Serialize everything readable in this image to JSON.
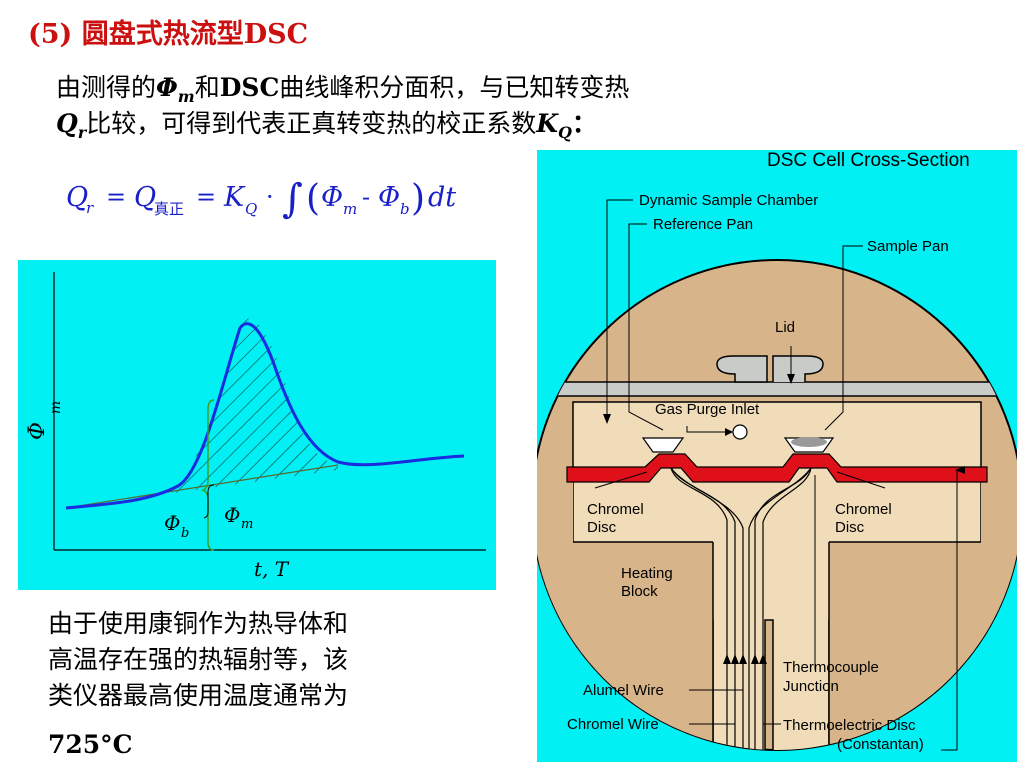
{
  "heading": "(5) 圆盘式热流型DSC",
  "para": {
    "line1_a": "由测得的",
    "line1_phi": "Φ",
    "line1_phi_sub": "m",
    "line1_b": "和",
    "line1_dsc": "DSC",
    "line1_c": "曲线峰积分面积，与已知转变热",
    "line2_q": "Q",
    "line2_q_sub": "r",
    "line2_a": "比较，可得到代表正真转变热的校正系数",
    "line2_k": "K",
    "line2_k_sub": "Q",
    "line2_colon": "："
  },
  "formula": {
    "q": "Q",
    "r": "r",
    "eq1": "=",
    "q2": "Q",
    "real": "真正",
    "eq2": "=",
    "k": "K",
    "kq": "Q",
    "dot": "·",
    "integral": "∫",
    "lparen": "(",
    "phi_m": "Φ",
    "m": "m",
    "minus": "-",
    "phi_b": "Φ",
    "b": "b",
    "rparen": ")",
    "dt": "dt"
  },
  "graph": {
    "y_label": "Φ",
    "y_label_sub": "m",
    "x_label": "t, T",
    "phi_b": "Φ",
    "phi_b_sub": "b",
    "phi_m": "Φ",
    "phi_m_sub": "m"
  },
  "cell": {
    "title": "DSC Cell Cross-Section",
    "labels": {
      "dynamic_chamber": "Dynamic Sample Chamber",
      "reference_pan": "Reference Pan",
      "sample_pan": "Sample Pan",
      "lid": "Lid",
      "gas_purge": "Gas Purge  Inlet",
      "chromel_disc_left_1": "Chromel",
      "chromel_disc_left_2": "Disc",
      "chromel_disc_right_1": "Chromel",
      "chromel_disc_right_2": "Disc",
      "heating_block_1": "Heating",
      "heating_block_2": "Block",
      "thermocouple_1": "Thermocouple",
      "thermocouple_2": "Junction",
      "alumel_wire": "Alumel Wire",
      "chromel_wire": "Chromel Wire",
      "thermoelectric_disc": "Thermoelectric Disc",
      "constantan": "(Constantan)"
    }
  },
  "bottom": {
    "line1": "由于使用康铜作为热导体和",
    "line2": "高温存在强的热辐射等，该",
    "line3": "类仪器最高使用温度通常为",
    "temp": "725°C"
  },
  "colors": {
    "heading": "#cc1010",
    "panel_bg": "#00f0f4",
    "curve": "#1a2be0",
    "disc_red": "#e0101a",
    "block_tan": "#d8b48a"
  }
}
